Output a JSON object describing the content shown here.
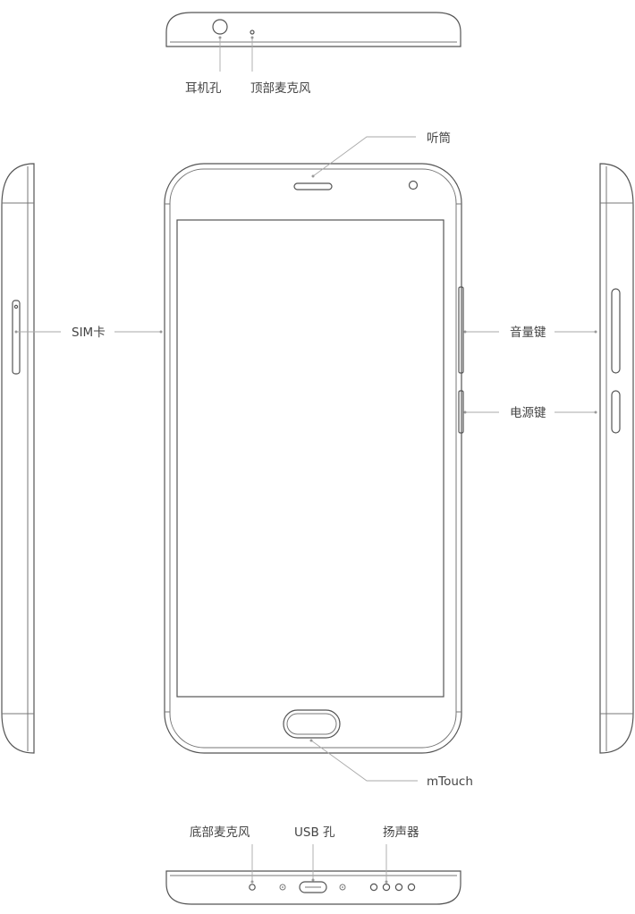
{
  "labels": {
    "earphone_jack": "耳机孔",
    "top_mic": "顶部麦克风",
    "earpiece": "听筒",
    "sim_card": "SIM卡",
    "volume_key": "音量键",
    "power_key": "电源键",
    "mtouch": "mTouch",
    "bottom_mic": "底部麦克风",
    "usb_port": "USB 孔",
    "speaker": "扬声器"
  },
  "colors": {
    "outline": "#555555",
    "leader": "#aaaaaa",
    "label": "#444444"
  }
}
